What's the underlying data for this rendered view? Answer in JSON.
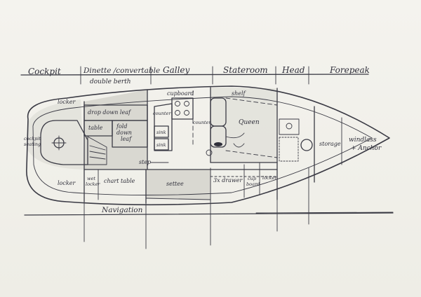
{
  "sections": [
    {
      "id": "cockpit",
      "label": "Cockpit"
    },
    {
      "id": "dinette",
      "label": "Dinette /convertable"
    },
    {
      "id": "galley",
      "label": "Galley"
    },
    {
      "id": "stateroom",
      "label": "Stateroom"
    },
    {
      "id": "head",
      "label": "Head"
    },
    {
      "id": "forepeak",
      "label": "Forepeak"
    }
  ],
  "subheader": "double berth",
  "bottom_label": "Navigation",
  "rooms": {
    "locker_aft_top": "locker",
    "locker_aft_bottom": "locker",
    "cockpit_seating_1": "cockpit",
    "cockpit_seating_2": "seating",
    "drop_down_leaf": "drop down leaf",
    "table": "table",
    "fold_down_leaf_1": "fold",
    "fold_down_leaf_2": "down",
    "fold_down_leaf_3": "leaf",
    "cupboard_top": "cupboard",
    "counter_galley": "counter",
    "sink_1": "sink",
    "sink_2": "sink",
    "step": "step",
    "counter_stateroom": "counter",
    "shelf": "shelf",
    "queen": "Queen",
    "wet_locker_1": "wet",
    "wet_locker_2": "locker",
    "chart_table": "chart table",
    "settee": "settee",
    "drawer": "3x drawer",
    "cup_board_1": "cup",
    "cup_board_2": "board",
    "locker_head": "locker",
    "storage": "storage",
    "windlass_1": "windlass",
    "windlass_2": "+ Anchor"
  }
}
